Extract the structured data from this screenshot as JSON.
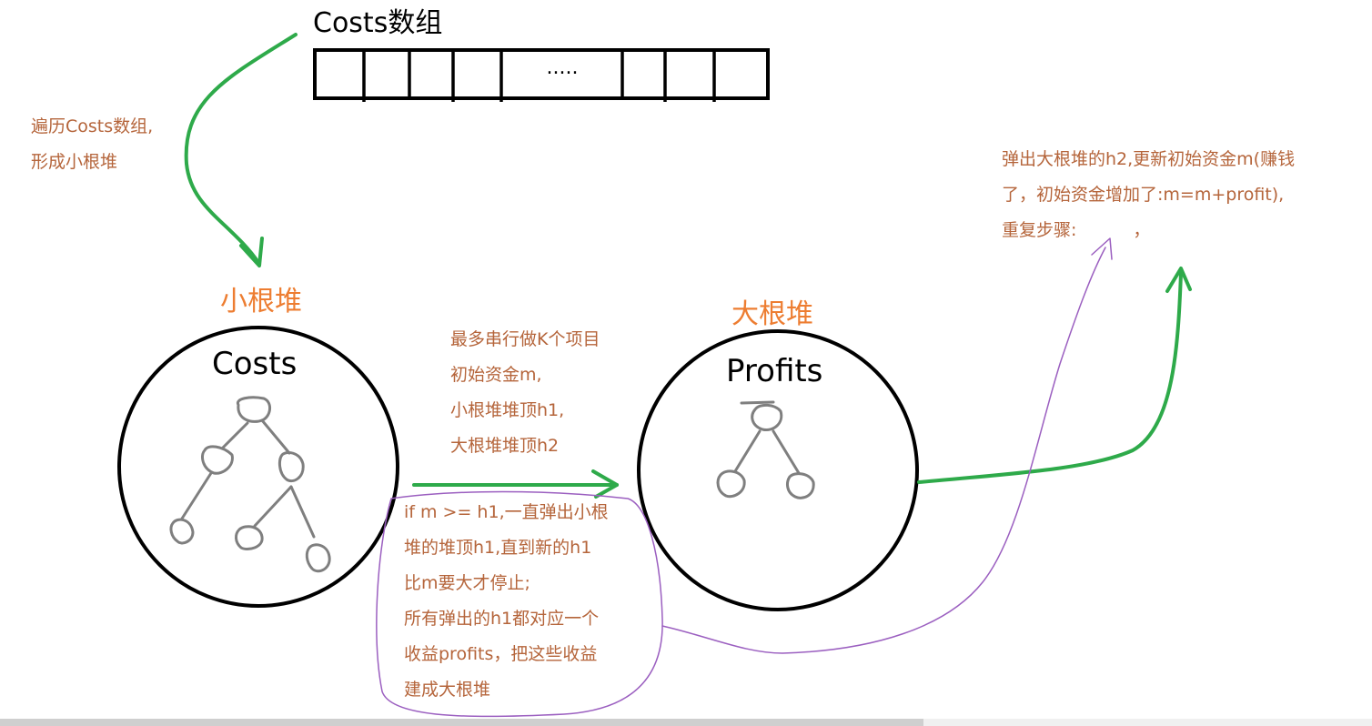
{
  "array_title": "Costs数组",
  "array_ellipsis": ".....",
  "traverse_note": [
    "遍历Costs数组,",
    "形成小根堆"
  ],
  "min_heap": {
    "label": "小根堆",
    "circle_text": "Costs"
  },
  "max_heap": {
    "label": "大根堆",
    "circle_text": "Profits"
  },
  "params_note": [
    "最多串行做K个项目",
    "初始资金m,",
    "小根堆堆顶h1,",
    "大根堆堆顶h2"
  ],
  "pop_note": [
    "if m >= h1,一直弹出小根",
    "堆的堆顶h1,直到新的h1",
    "比m要大才停止;",
    "所有弹出的h1都对应一个",
    "收益profits，把这些收益",
    "建成大根堆"
  ],
  "result_note": [
    "弹出大根堆的h2,更新初始资金m(赚钱",
    "了，初始资金增加了:m=m+profit),",
    "重复步骤:",
    "，"
  ],
  "colors": {
    "green_arrow": "#2eaa4a",
    "purple_line": "#9b5fc0",
    "note_text": "#b5653b",
    "heap_label": "#ed7d31",
    "tree_stroke": "#7f7f7f"
  }
}
